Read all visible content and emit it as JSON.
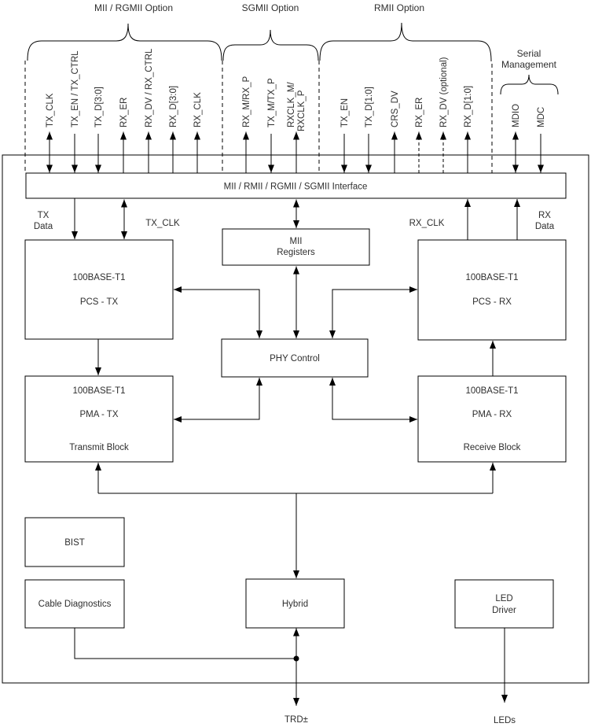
{
  "groups": {
    "mii_rgmii": {
      "label": "MII / RGMII Option",
      "signals": [
        "TX_CLK",
        "TX_EN / TX_CTRL",
        "TX_D[3:0]",
        "RX_ER",
        "RX_DV / RX_CTRL",
        "RX_D[3:0]",
        "RX_CLK"
      ]
    },
    "sgmii": {
      "label": "SGMII Option",
      "signals": [
        "RX_M/RX_P",
        "TX_M/TX_P",
        "RXCLK_M/",
        "RXCLK_P"
      ]
    },
    "rmii": {
      "label": "RMII Option",
      "signals": [
        "TX_EN",
        "TX_D[1:0]",
        "CRS_DV",
        "RX_ER",
        "RX_DV (optional)",
        "RX_D[1:0]"
      ]
    },
    "serial": {
      "label_line1": "Serial",
      "label_line2": "Management",
      "signals": [
        "MDIO",
        "MDC"
      ]
    }
  },
  "chip": {
    "interface": "MII / RMII / RGMII / SGMII Interface",
    "mii_registers": [
      "MII",
      "Registers"
    ],
    "pcs_tx": [
      "100BASE-T1",
      "PCS - TX"
    ],
    "pcs_rx": [
      "100BASE-T1",
      "PCS - RX"
    ],
    "phy_control": "PHY Control",
    "pma_tx": [
      "100BASE-T1",
      "PMA - TX",
      "Transmit Block"
    ],
    "pma_rx": [
      "100BASE-T1",
      "PMA - RX",
      "Receive Block"
    ],
    "bist": "BIST",
    "cable_diagnostics": "Cable Diagnostics",
    "hybrid": "Hybrid",
    "led_driver": [
      "LED",
      "Driver"
    ]
  },
  "bus_labels": {
    "tx_data": [
      "TX",
      "Data"
    ],
    "tx_clk": "TX_CLK",
    "rx_clk": "RX_CLK",
    "rx_data": [
      "RX",
      "Data"
    ]
  },
  "external": {
    "trd": "TRD±",
    "leds": "LEDs"
  },
  "colors": {
    "line": "#000000",
    "text": "#2e2e2e",
    "background": "#ffffff"
  }
}
